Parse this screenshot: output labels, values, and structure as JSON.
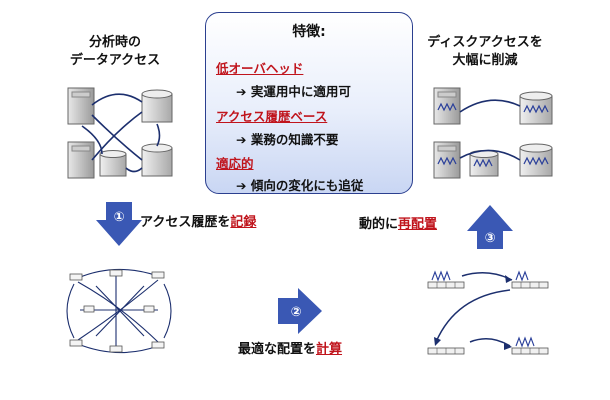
{
  "top_left_label": [
    "分析時の",
    "データアクセス"
  ],
  "top_right_label": [
    "ディスクアクセスを",
    "大幅に削減"
  ],
  "features": {
    "title": "特徴:",
    "items": [
      {
        "heading": "低オーバヘッド",
        "detail": "➔ 実運用中に適用可"
      },
      {
        "heading": "アクセス履歴ベース",
        "detail": "➔ 業務の知識不要"
      },
      {
        "heading": "適応的",
        "detail": "➔ 傾向の変化にも追従"
      }
    ]
  },
  "steps": [
    {
      "number": "①",
      "text_plain": "アクセス履歴を",
      "text_emph": "記録"
    },
    {
      "number": "②",
      "text_plain": "最適な配置を",
      "text_emph": "計算"
    },
    {
      "number": "③",
      "text_plain": "動的に",
      "text_emph": "再配置"
    }
  ],
  "colors": {
    "accent_blue": "#3a58b4",
    "emphasis_red": "#c0141c",
    "box_border": "#2b3f8f"
  }
}
